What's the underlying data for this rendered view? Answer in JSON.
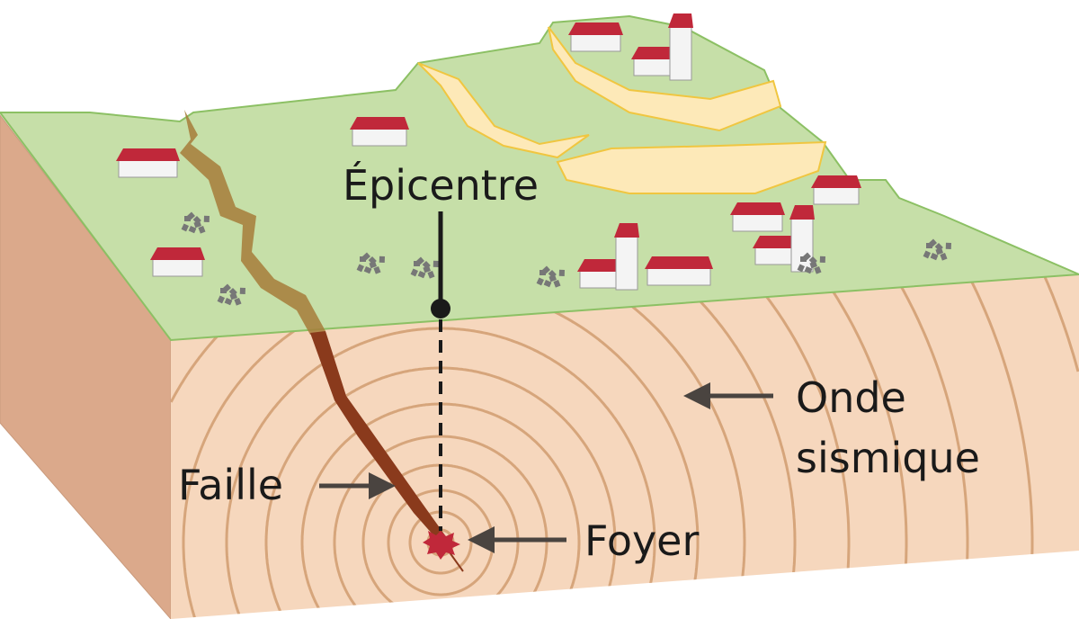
{
  "labels": {
    "epicentre": "Épicentre",
    "onde_line1": "Onde",
    "onde_line2": "sismique",
    "faille": "Faille",
    "foyer": "Foyer"
  },
  "colors": {
    "ground_top": "#c6dfa8",
    "ground_edge": "#8cc064",
    "front_face": "#f6d7bd",
    "side_face": "#dba98b",
    "wave": "#d6a57b",
    "fault_surface": "#a67c3a",
    "fault_deep": "#8a3a1c",
    "landslide": "#fde9b8",
    "roof": "#c0283a",
    "arrow": "#4a4440"
  }
}
